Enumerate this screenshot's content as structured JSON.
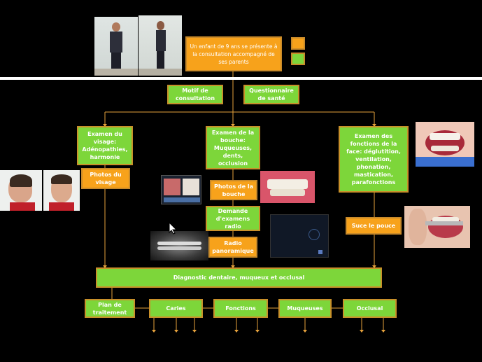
{
  "colors": {
    "green": "#7dd63a",
    "orange": "#f7a21b",
    "border": "#c8902a",
    "line": "#e6a23c"
  },
  "header": {
    "intro": "Un enfant de 9 ans se présente à la consultation accompagné de ses parents"
  },
  "row1": {
    "motif": "Motif de consultation",
    "questionnaire": "Questionnaire de santé"
  },
  "exams": {
    "visage": "Examen du visage: Adénopathies, harmonie",
    "bouche": "Examen de la bouche: Muqueuses, dents, occlusion",
    "fonctions": "Examen des fonctions de la face: déglutition, ventilation, phonation, mastication, parafonctions"
  },
  "sub": {
    "photos_visage": "Photos du visage",
    "photos_bouche": "Photos de la bouche",
    "demande": "Demande d'examens radio",
    "radio": "Radio panoramique",
    "suce": "Suce le pouce"
  },
  "diagnostic": "Diagnostic dentaire, muqueux et occlusal",
  "bottom": {
    "plan": "Plan de traitement",
    "caries": "Caries",
    "fonctions": "Fonctions",
    "muqueuses": "Muqueuses",
    "occlusal": "Occlusal"
  }
}
